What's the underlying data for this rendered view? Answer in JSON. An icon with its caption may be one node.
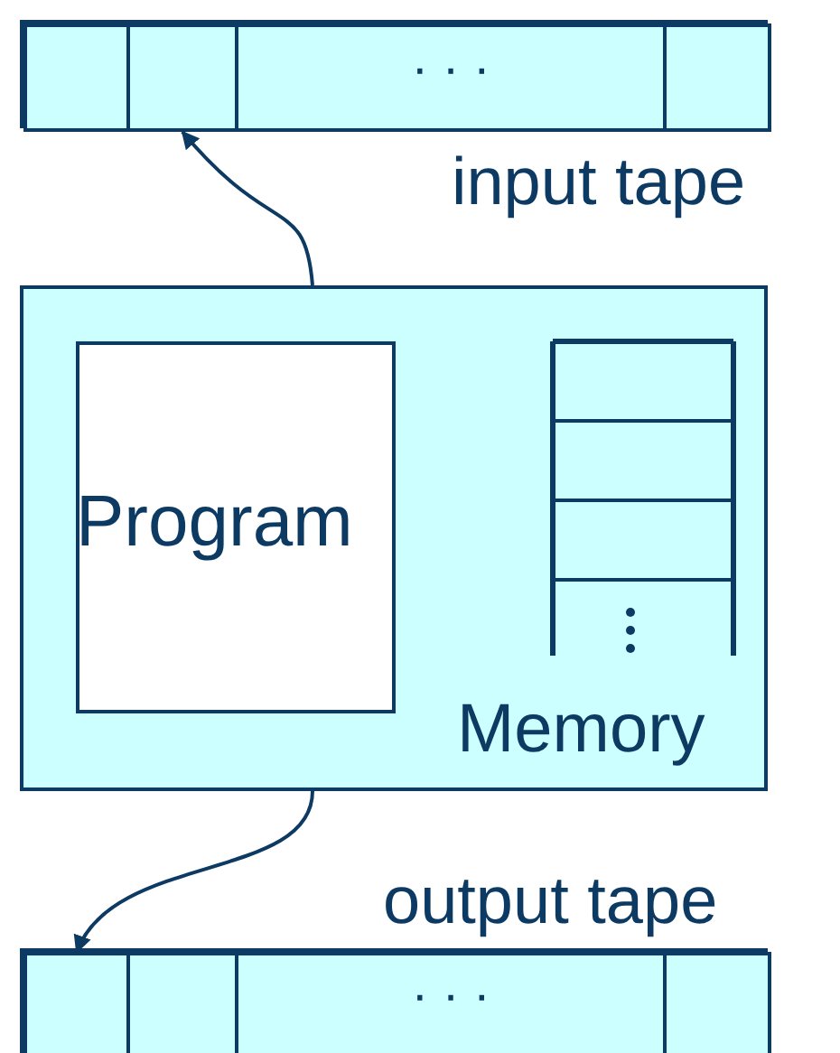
{
  "diagram": {
    "nodes": [
      {
        "text": [],
        "shape": "box",
        "beside": [
          "input tape"
        ]
      },
      {
        "text": [],
        "shape": "box",
        "in": 0
      },
      {
        "text": [],
        "shape": "box",
        "in": 0
      },
      {
        "text": [
          "· · ·"
        ],
        "in": 0
      },
      {
        "text": [],
        "shape": "box",
        "in": 0
      },
      {
        "text": [],
        "shape": "box"
      },
      {
        "text": [
          "Program"
        ],
        "in": 5
      },
      {
        "text": [
          "Memory"
        ],
        "in": 5
      },
      {
        "text": [],
        "shape": "box",
        "beside": [
          "output tape"
        ]
      },
      {
        "text": [],
        "shape": "box",
        "in": 8
      },
      {
        "text": [],
        "shape": "box",
        "in": 8
      },
      {
        "text": [
          "· · ·"
        ],
        "in": 8
      },
      {
        "text": [],
        "shape": "box",
        "in": 8
      }
    ],
    "edges": [
      {
        "from": 5,
        "to": 2,
        "arrow": "to"
      },
      {
        "from": 5,
        "to": 9,
        "arrow": "to"
      }
    ]
  }
}
